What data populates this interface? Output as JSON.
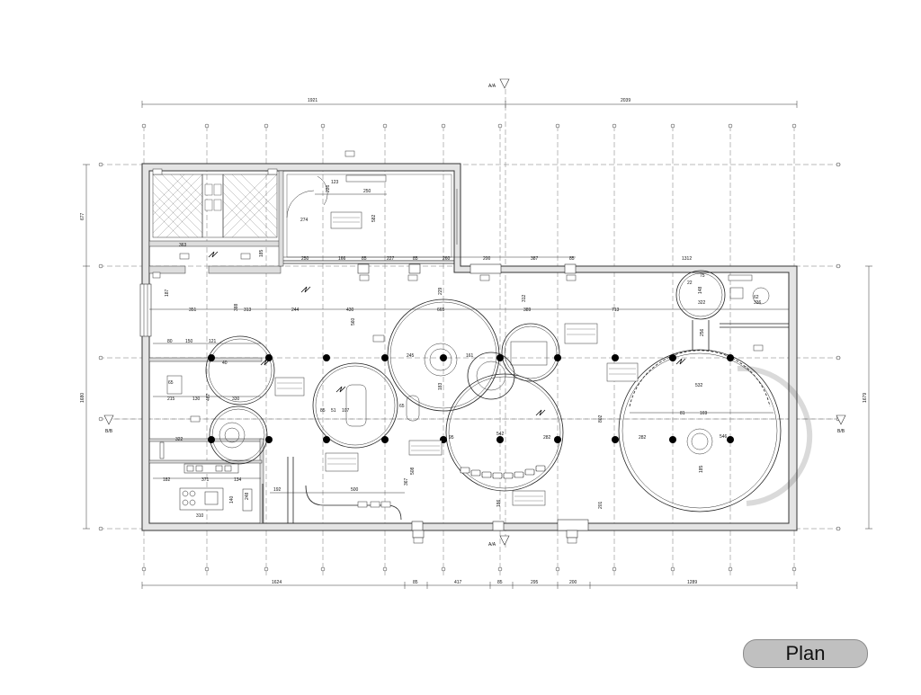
{
  "badge": {
    "label": "Plan"
  },
  "section_markers": {
    "top": "A/A",
    "bottom": "A/A",
    "left": "B/B",
    "right": "B/B"
  },
  "overall_dims": {
    "top": [
      "1921",
      "2039"
    ],
    "bottom": [
      "1624",
      "85",
      "417",
      "85",
      "295",
      "200",
      "1289"
    ],
    "left": [
      "677",
      "1680"
    ],
    "right": [
      "1679"
    ]
  },
  "dims": {
    "wc_top": [
      "123",
      "250",
      "226",
      "274",
      "582"
    ],
    "door_row": [
      "250",
      "166",
      "85",
      "227",
      "85",
      "260",
      "200",
      "387",
      "85",
      "1312"
    ],
    "row2": [
      "351",
      "313",
      "244",
      "430",
      "665",
      "389",
      "713"
    ],
    "left_rooms": [
      "80",
      "150",
      "121",
      "215",
      "130",
      "330",
      "322",
      "182",
      "371",
      "134",
      "310",
      "192",
      "500"
    ],
    "misc": [
      "363",
      "185",
      "187",
      "65",
      "40",
      "467",
      "85",
      "51",
      "107",
      "65",
      "245",
      "161",
      "183",
      "542",
      "282",
      "95",
      "229",
      "312",
      "388",
      "560",
      "367",
      "802",
      "201",
      "186",
      "508",
      "532",
      "81",
      "169",
      "282",
      "546",
      "185",
      "22",
      "75",
      "62",
      "336",
      "322",
      "256",
      "140",
      "148",
      "248"
    ]
  }
}
